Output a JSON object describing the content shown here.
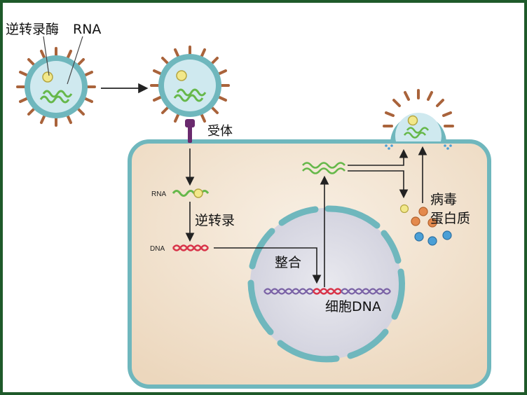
{
  "labels": {
    "reverse_transcriptase": "逆转录酶",
    "rna": "RNA",
    "receptor": "受体",
    "rna_small": "RNA",
    "reverse_transcription": "逆转录",
    "dna_small": "DNA",
    "integration": "整合",
    "cellular_dna": "细胞DNA",
    "viral_protein_line1": "病毒",
    "viral_protein_line2": "蛋白质"
  },
  "colors": {
    "frame": "#1e5a2a",
    "cell_fill": "#f3e6d3",
    "cell_stroke": "#6fb7bd",
    "nucleus_fill": "#dcdce6",
    "nuclear_envelope": "#6fb7bd",
    "virus_shell": "#6fb7bd",
    "virus_inner": "#cfe9ef",
    "spike": "#a9633b",
    "rna_green": "#66b84a",
    "dna_red": "#d8344a",
    "dna_purple": "#7a62a6",
    "receptor": "#6a2a6e",
    "yellow_particle": "#f2e88a",
    "orange_particle": "#e48a4e",
    "blue_particle": "#4a9fd6"
  }
}
